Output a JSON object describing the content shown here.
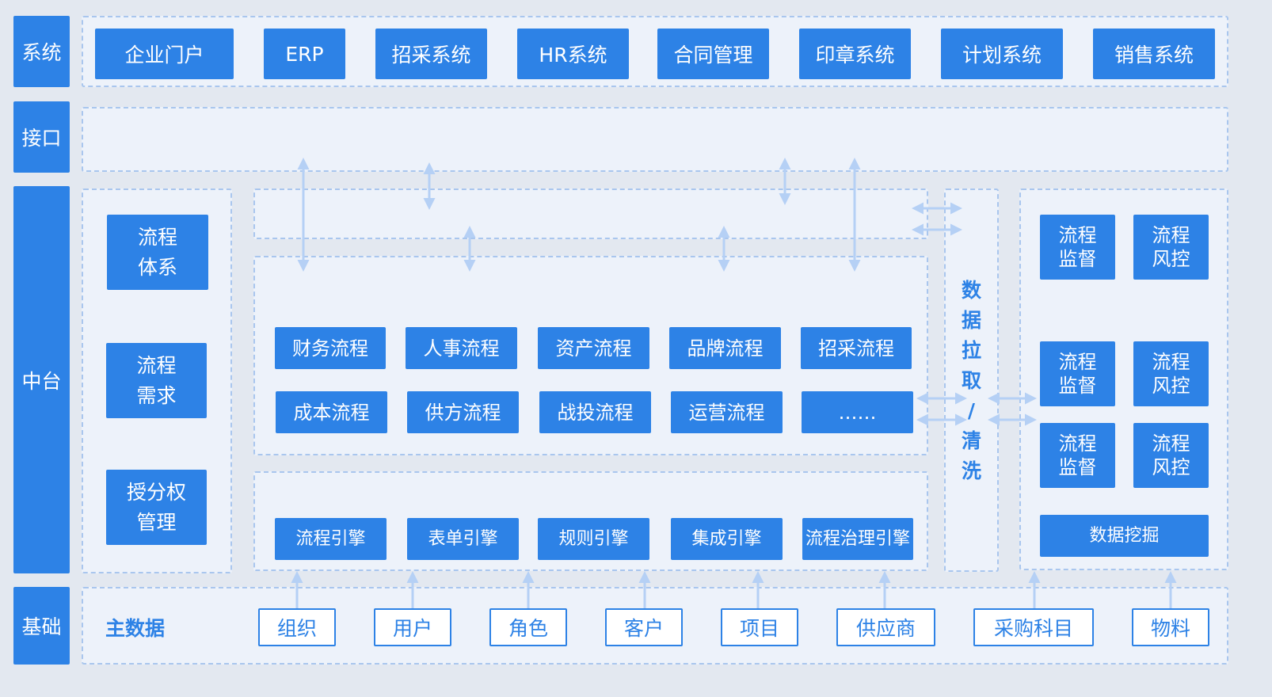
{
  "layers": {
    "system": "系统",
    "interface": "接口",
    "middle": "中台",
    "base": "基础"
  },
  "systems": [
    "企业门户",
    "ERP",
    "招采系统",
    "HR系统",
    "合同管理",
    "印章系统",
    "计划系统",
    "销售系统"
  ],
  "left_panel": [
    [
      "流程",
      "体系"
    ],
    [
      "流程",
      "需求"
    ],
    [
      "授分权",
      "管理"
    ]
  ],
  "processes_row1": [
    "财务流程",
    "人事流程",
    "资产流程",
    "品牌流程",
    "招采流程"
  ],
  "processes_row2": [
    "成本流程",
    "供方流程",
    "战投流程",
    "运营流程",
    "……"
  ],
  "engines": [
    "流程引擎",
    "表单引擎",
    "规则引擎",
    "集成引擎",
    "流程治理引擎"
  ],
  "data_column": [
    "数",
    "据",
    "拉",
    "取",
    "/",
    "清",
    "洗"
  ],
  "right_panel": {
    "row1": [
      [
        "流程",
        "监督"
      ],
      [
        "流程",
        "风控"
      ]
    ],
    "row2": [
      [
        "流程",
        "监督"
      ],
      [
        "流程",
        "风控"
      ]
    ],
    "row3": [
      [
        "流程",
        "监督"
      ],
      [
        "流程",
        "风控"
      ]
    ],
    "mining": "数据挖掘"
  },
  "master_data": {
    "label": "主数据",
    "items": [
      "组织",
      "用户",
      "角色",
      "客户",
      "项目",
      "供应商",
      "采购科目",
      "物料"
    ]
  },
  "colors": {
    "primary": "#2d82e6",
    "panel": "#edf2fa",
    "dash": "#a9c6ee",
    "arrow": "#b5d0f5",
    "background": "#e3e8f0"
  }
}
